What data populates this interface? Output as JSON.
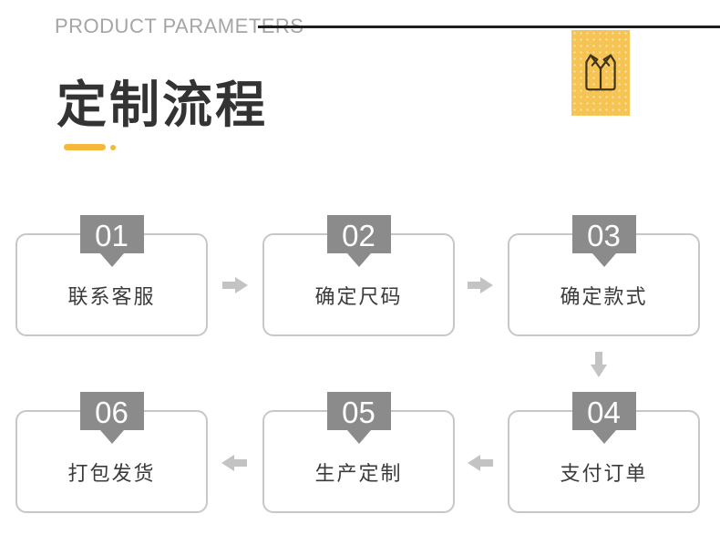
{
  "header": {
    "eyebrow": "PRODUCT PARAMETERS"
  },
  "hero": {
    "title": "定制流程",
    "badge_icon": "vest-icon"
  },
  "colors": {
    "accent_yellow": "#F6C453",
    "underline_yellow": "#F5B83D",
    "tab_gray": "#8B8B8B",
    "arrow_gray": "#C3C3C3",
    "line_black": "#1D1D1D",
    "title_dark": "#333333",
    "border_gray": "#C7C7C7",
    "label_dark": "#3B3B3B",
    "eyebrow_gray": "#A5A5A5"
  },
  "flow": {
    "steps": [
      {
        "number": "01",
        "label": "联系客服"
      },
      {
        "number": "02",
        "label": "确定尺码"
      },
      {
        "number": "03",
        "label": "确定款式"
      },
      {
        "number": "04",
        "label": "支付订单"
      },
      {
        "number": "05",
        "label": "生产定制"
      },
      {
        "number": "06",
        "label": "打包发货"
      }
    ]
  }
}
